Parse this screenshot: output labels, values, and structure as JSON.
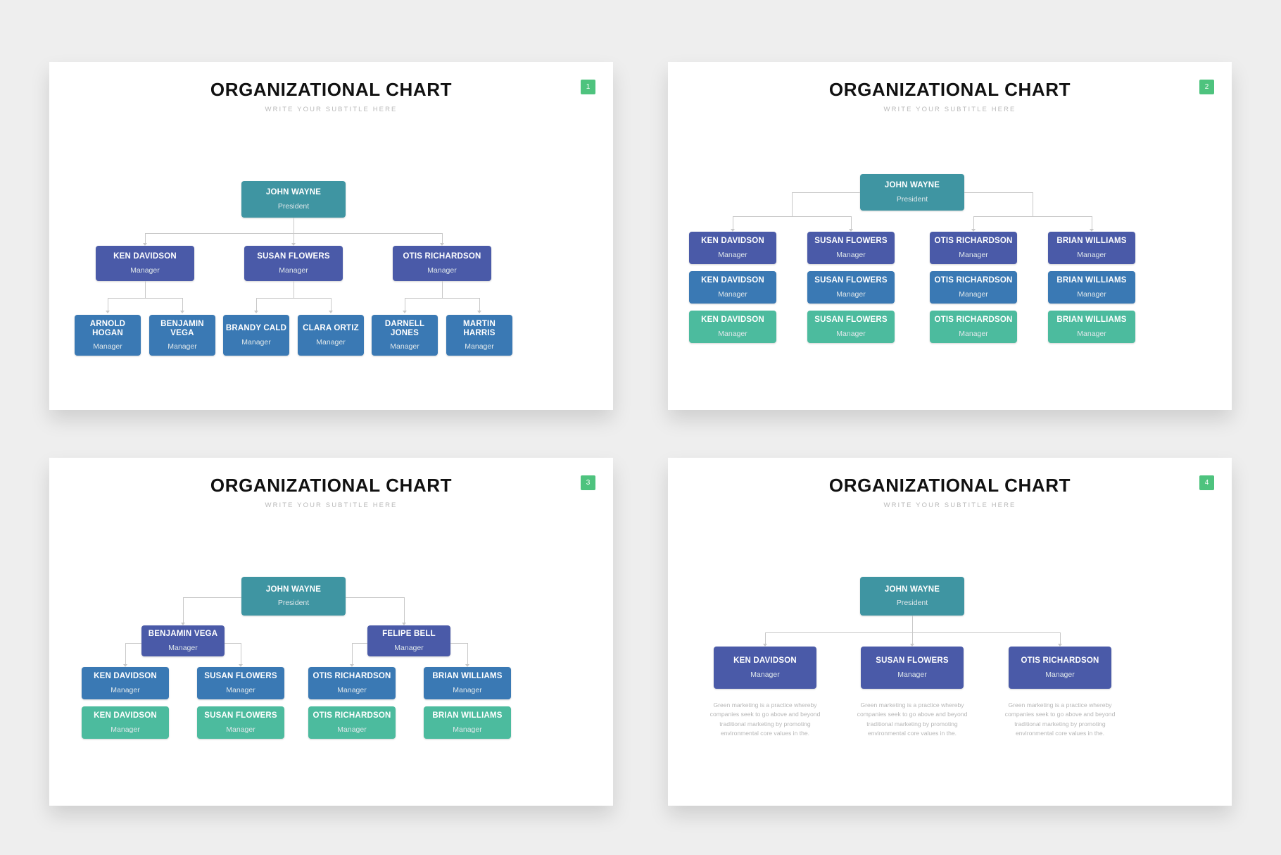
{
  "theme": {
    "teal": "#3f95a2",
    "navy": "#4a5aa8",
    "steel": "#3a79b4",
    "green": "#4cbb9e",
    "badge_green": "#4ec37e",
    "connector": "#c8c8c8",
    "page_bg": "#eeeeee",
    "slide_bg": "#ffffff"
  },
  "common": {
    "title": "ORGANIZATIONAL CHART",
    "subtitle": "WRITE YOUR SUBTITLE HERE",
    "role_president": "President",
    "role_manager": "Manager",
    "blurb": "Green marketing is a practice whereby companies seek to go above and beyond traditional marketing by promoting environmental core values in the."
  },
  "slides": [
    {
      "badge": "1",
      "title": "ORGANIZATIONAL CHART",
      "subtitle": "WRITE YOUR SUBTITLE HERE",
      "root": {
        "name": "JOHN WAYNE",
        "role": "President"
      },
      "level2": [
        {
          "name": "KEN DAVIDSON",
          "role": "Manager"
        },
        {
          "name": "SUSAN FLOWERS",
          "role": "Manager"
        },
        {
          "name": "OTIS RICHARDSON",
          "role": "Manager"
        }
      ],
      "level3": [
        {
          "name": "ARNOLD HOGAN",
          "role": "Manager"
        },
        {
          "name": "BENJAMIN VEGA",
          "role": "Manager"
        },
        {
          "name": "BRANDY CALD",
          "role": "Manager"
        },
        {
          "name": "CLARA ORTIZ",
          "role": "Manager"
        },
        {
          "name": "DARNELL JONES",
          "role": "Manager"
        },
        {
          "name": "MARTIN HARRIS",
          "role": "Manager"
        }
      ]
    },
    {
      "badge": "2",
      "title": "ORGANIZATIONAL CHART",
      "subtitle": "WRITE YOUR SUBTITLE HERE",
      "root": {
        "name": "JOHN WAYNE",
        "role": "President"
      },
      "columns": [
        {
          "row1": {
            "name": "KEN DAVIDSON",
            "role": "Manager"
          },
          "row2": {
            "name": "KEN DAVIDSON",
            "role": "Manager"
          },
          "row3": {
            "name": "KEN DAVIDSON",
            "role": "Manager"
          }
        },
        {
          "row1": {
            "name": "SUSAN FLOWERS",
            "role": "Manager"
          },
          "row2": {
            "name": "SUSAN FLOWERS",
            "role": "Manager"
          },
          "row3": {
            "name": "SUSAN FLOWERS",
            "role": "Manager"
          }
        },
        {
          "row1": {
            "name": "OTIS RICHARDSON",
            "role": "Manager"
          },
          "row2": {
            "name": "OTIS RICHARDSON",
            "role": "Manager"
          },
          "row3": {
            "name": "OTIS RICHARDSON",
            "role": "Manager"
          }
        },
        {
          "row1": {
            "name": "BRIAN WILLIAMS",
            "role": "Manager"
          },
          "row2": {
            "name": "BRIAN WILLIAMS",
            "role": "Manager"
          },
          "row3": {
            "name": "BRIAN WILLIAMS",
            "role": "Manager"
          }
        }
      ]
    },
    {
      "badge": "3",
      "title": "ORGANIZATIONAL CHART",
      "subtitle": "WRITE YOUR SUBTITLE HERE",
      "root": {
        "name": "JOHN WAYNE",
        "role": "President"
      },
      "level2": [
        {
          "name": "BENJAMIN VEGA",
          "role": "Manager"
        },
        {
          "name": "FELIPE BELL",
          "role": "Manager"
        }
      ],
      "level3": [
        {
          "name": "KEN DAVIDSON",
          "role": "Manager"
        },
        {
          "name": "SUSAN FLOWERS",
          "role": "Manager"
        },
        {
          "name": "OTIS RICHARDSON",
          "role": "Manager"
        },
        {
          "name": "BRIAN WILLIAMS",
          "role": "Manager"
        }
      ],
      "level4": [
        {
          "name": "KEN DAVIDSON",
          "role": "Manager"
        },
        {
          "name": "SUSAN FLOWERS",
          "role": "Manager"
        },
        {
          "name": "OTIS RICHARDSON",
          "role": "Manager"
        },
        {
          "name": "BRIAN WILLIAMS",
          "role": "Manager"
        }
      ]
    },
    {
      "badge": "4",
      "title": "ORGANIZATIONAL CHART",
      "subtitle": "WRITE YOUR SUBTITLE HERE",
      "root": {
        "name": "JOHN WAYNE",
        "role": "President"
      },
      "level2": [
        {
          "name": "KEN DAVIDSON",
          "role": "Manager",
          "text": "Green marketing is a practice whereby companies seek to go above and beyond traditional marketing by promoting environmental core values in the."
        },
        {
          "name": "SUSAN FLOWERS",
          "role": "Manager",
          "text": "Green marketing is a practice whereby companies seek to go above and beyond traditional marketing by promoting environmental core values in the."
        },
        {
          "name": "OTIS RICHARDSON",
          "role": "Manager",
          "text": "Green marketing is a practice whereby companies seek to go above and beyond traditional marketing by promoting environmental core values in the."
        }
      ]
    }
  ]
}
